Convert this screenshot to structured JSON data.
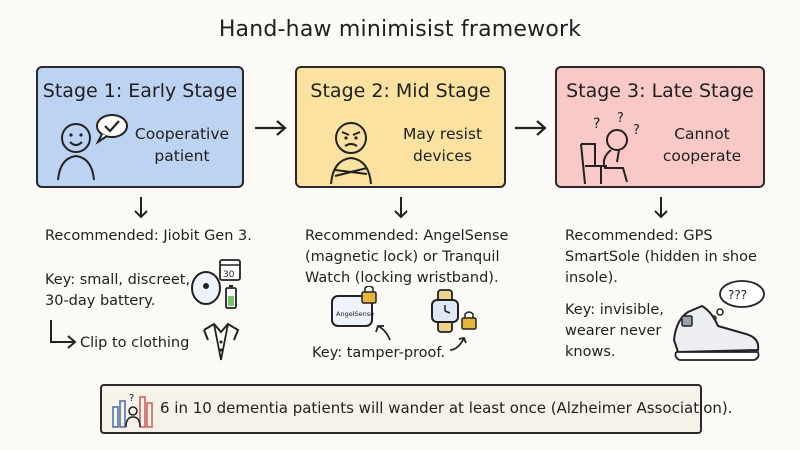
{
  "title": "Hand-haw minimisist framework",
  "stages": [
    {
      "title": "Stage 1: Early Stage",
      "desc_lines": [
        "Cooperative",
        "patient"
      ],
      "recommended_lines": [
        "Recommended: Jiobit Gen 3."
      ],
      "key_lines": [
        "Key: small, discreet,",
        "30-day battery."
      ],
      "note": "Clip to clothing",
      "calendar_label": "30",
      "fill": "#bcd3f1"
    },
    {
      "title": "Stage 2: Mid Stage",
      "desc_lines": [
        "May resist",
        "devices"
      ],
      "recommended_lines": [
        "Recommended: AngelSense",
        "(magnetic lock) or Tranquil",
        "Watch (locking wristband)."
      ],
      "key_lines": [
        "Key: tamper-proof."
      ],
      "device_label": "AngelSense",
      "fill": "#fbe2a0"
    },
    {
      "title": "Stage 3: Late Stage",
      "desc_lines": [
        "Cannot",
        "cooperate"
      ],
      "recommended_lines": [
        "Recommended: GPS",
        "SmartSole (hidden in shoe",
        "insole)."
      ],
      "key_lines": [
        "Key: invisible,",
        "wearer never",
        "knows."
      ],
      "bubble": "???",
      "fill": "#f8c9c6"
    }
  ],
  "footer": {
    "text": "6 in 10 dementia patients will wander at least once (Alzheimer Association)."
  }
}
